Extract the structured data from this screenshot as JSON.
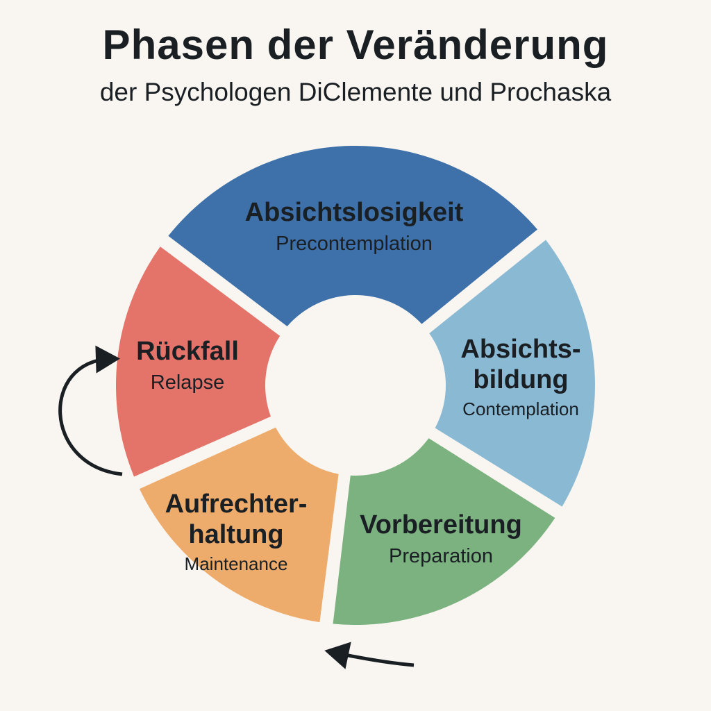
{
  "title": "Phasen der Veränderung",
  "subtitle": "der Psychologen DiClemente und Prochaska",
  "background": "#f9f6f1",
  "stages": [
    {
      "id": "precontemplation",
      "german": "Absichtslosigkeit",
      "english": "Precontemplation",
      "color": "#3e70a9"
    },
    {
      "id": "contemplation",
      "german": "Absichts-\nbildung",
      "english": "Contemplation",
      "color": "#8ab9d4"
    },
    {
      "id": "preparation",
      "german": "Vorbereitung",
      "english": "Preparation",
      "color": "#7cb280"
    },
    {
      "id": "maintenance",
      "german": "Aufrechter-\nhaltung",
      "english": "Maintenance",
      "color": "#eeac6c"
    },
    {
      "id": "relapse",
      "german": "Rückfall",
      "english": "Relapse",
      "color": "#e4736a"
    }
  ],
  "arrow_color": "#1a1f24"
}
